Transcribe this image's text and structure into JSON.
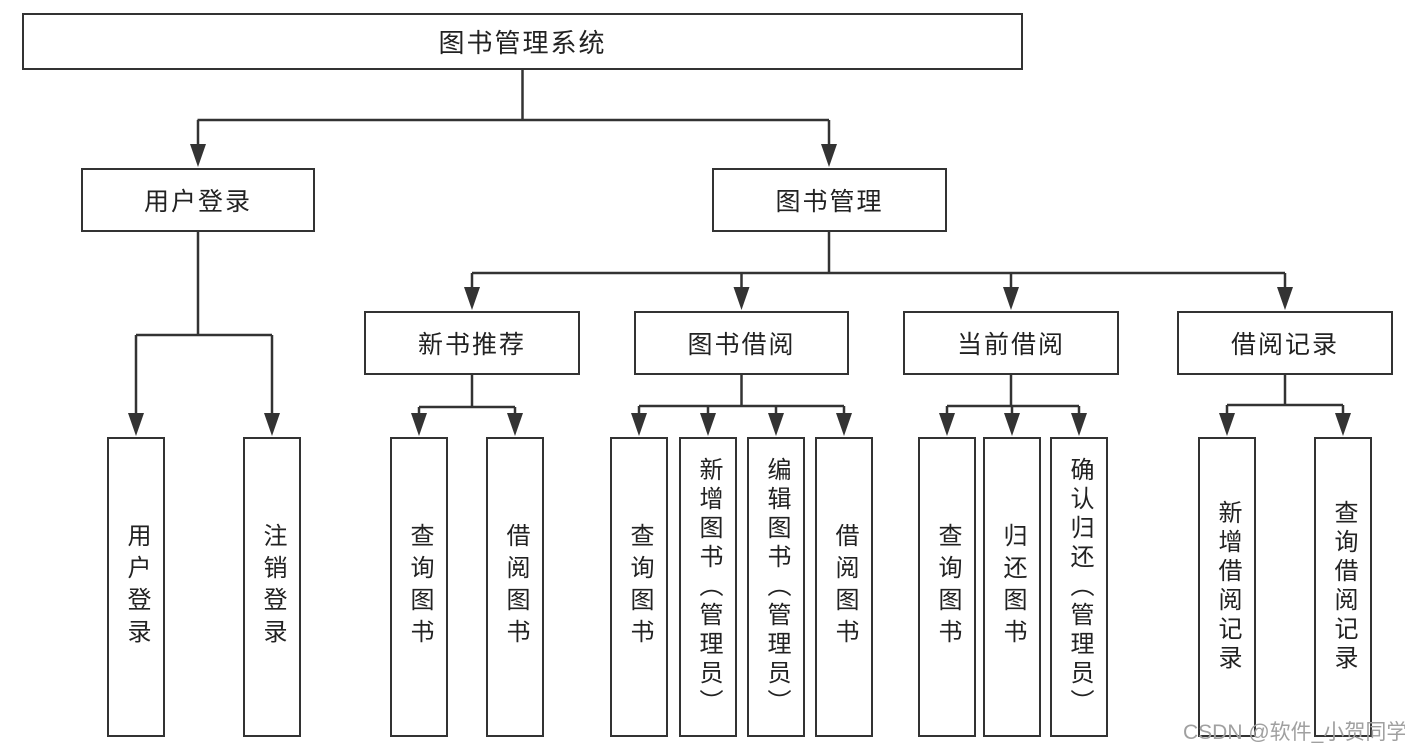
{
  "diagram": {
    "title": "图书管理系统",
    "tree": {
      "root": {
        "label": "图书管理系统"
      },
      "branches": [
        {
          "label": "用户登录",
          "leaves": [
            {
              "label": "用户登录"
            },
            {
              "label": "注销登录"
            }
          ]
        },
        {
          "label": "图书管理",
          "groups": [
            {
              "label": "新书推荐",
              "leaves": [
                {
                  "label": "查询图书"
                },
                {
                  "label": "借阅图书"
                }
              ]
            },
            {
              "label": "图书借阅",
              "leaves": [
                {
                  "label": "查询图书"
                },
                {
                  "label": "新增图书（管理员）"
                },
                {
                  "label": "编辑图书（管理员）"
                },
                {
                  "label": "借阅图书"
                }
              ]
            },
            {
              "label": "当前借阅",
              "leaves": [
                {
                  "label": "查询图书"
                },
                {
                  "label": "归还图书"
                },
                {
                  "label": "确认归还（管理员）"
                }
              ]
            },
            {
              "label": "借阅记录",
              "leaves": [
                {
                  "label": "新增借阅记录"
                },
                {
                  "label": "查询借阅记录"
                }
              ]
            }
          ]
        }
      ]
    },
    "colors": {
      "line": "#333333",
      "box_border": "#333333",
      "text": "#222222",
      "background": "#ffffff",
      "watermark": "#a0a0a0"
    },
    "watermark": {
      "text": "CSDN @软件_小贺同学"
    }
  }
}
